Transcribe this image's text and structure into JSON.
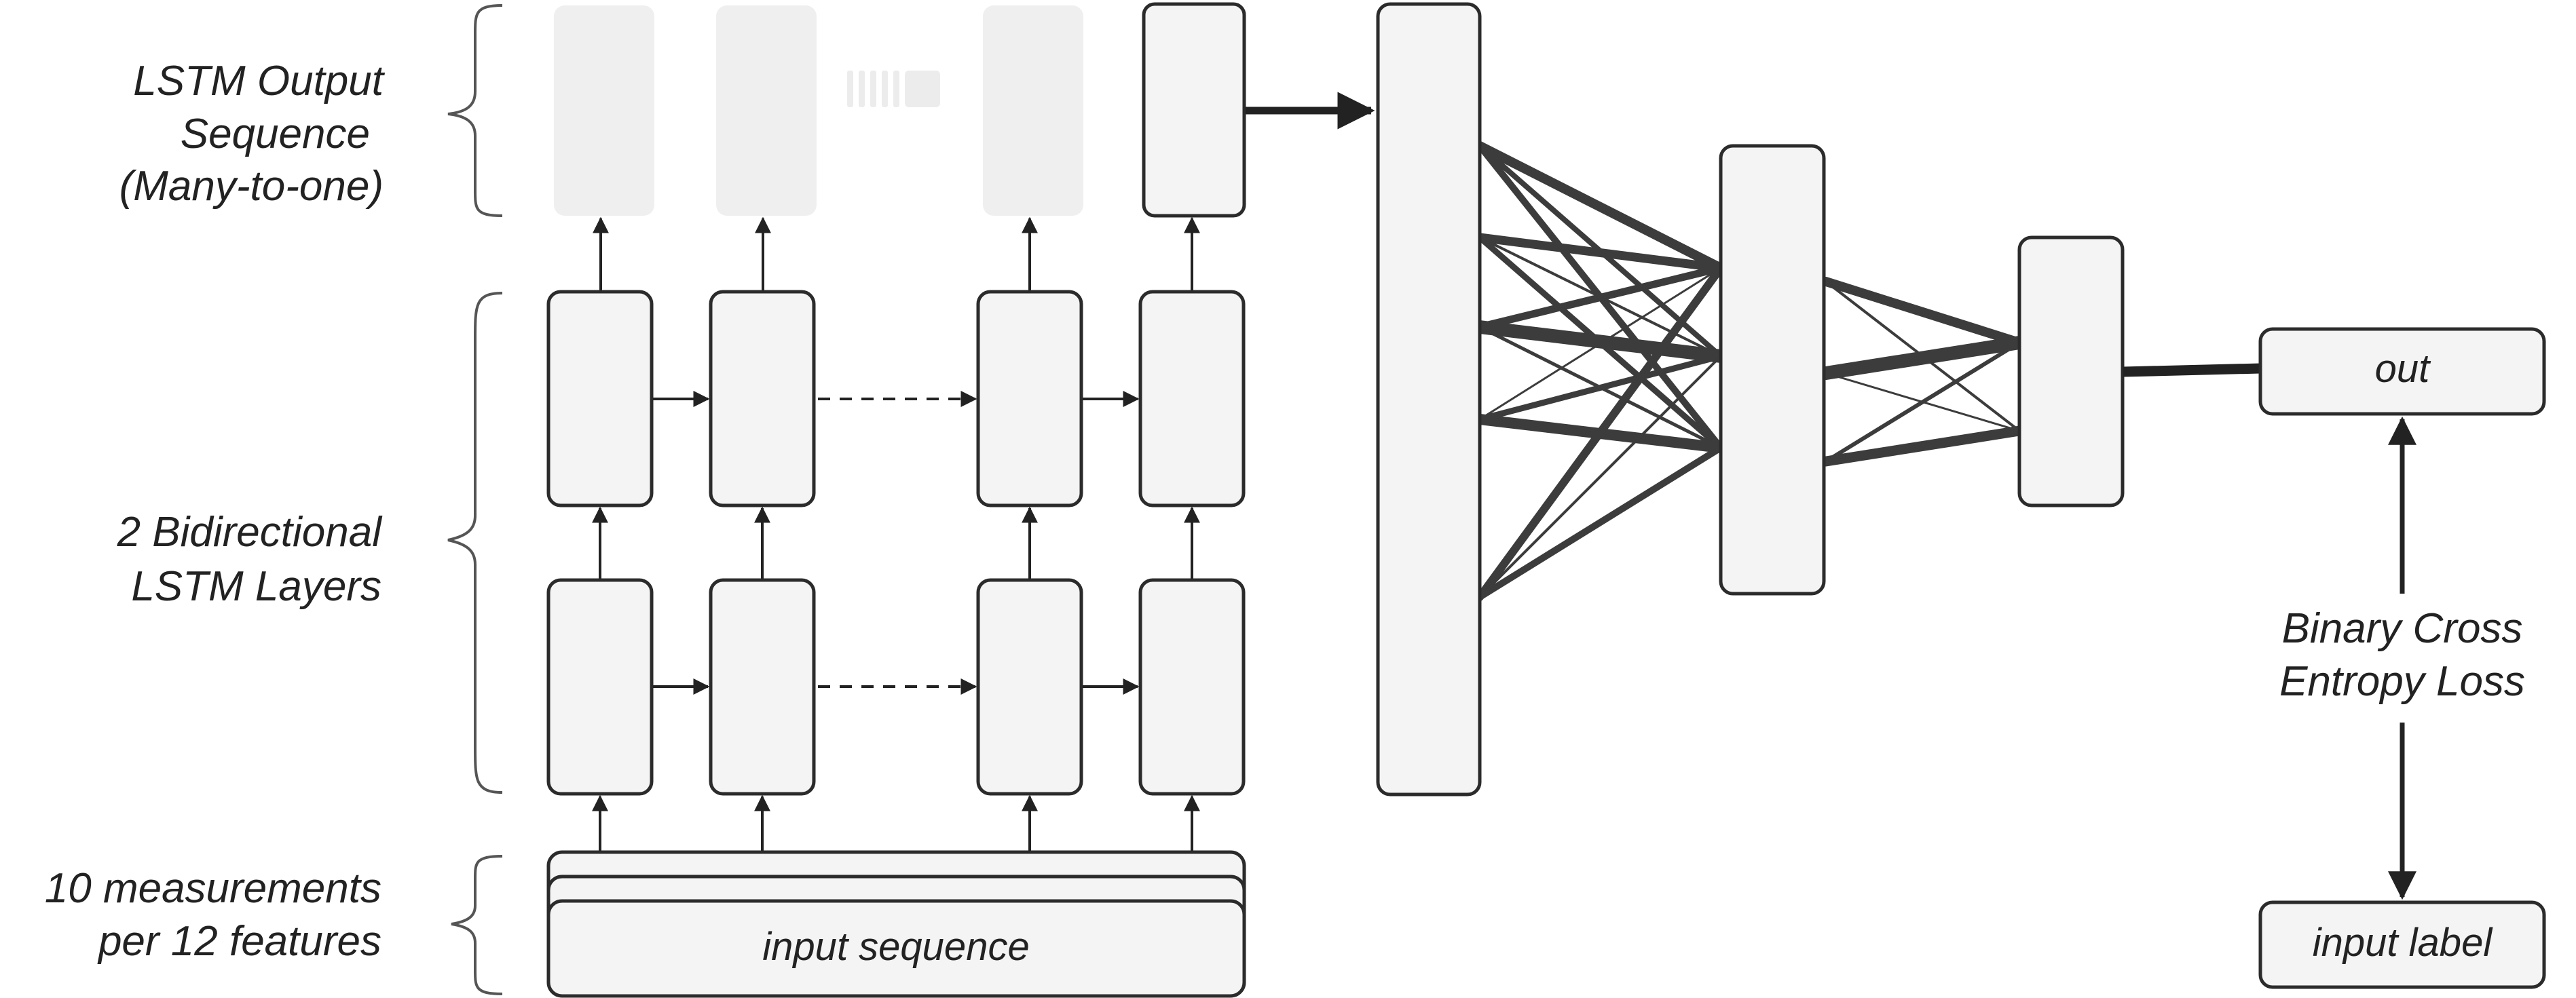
{
  "labels": {
    "output_sequence_line1": "LSTM Output",
    "output_sequence_line2": "Sequence",
    "output_sequence_line3": "(Many-to-one)",
    "lstm_layers_line1": "2 Bidirectional",
    "lstm_layers_line2": "LSTM Layers",
    "input_desc_line1": "10 measurements",
    "input_desc_line2": "per 12 features",
    "input_sequence": "input sequence",
    "out": "out",
    "loss_line1": "Binary Cross",
    "loss_line2": "Entropy Loss",
    "input_label": "input label"
  },
  "colors": {
    "box_fill": "#f4f4f4",
    "faded_fill": "#efefef",
    "stroke": "#2b2b2b",
    "connection": "#3c3c3c"
  }
}
